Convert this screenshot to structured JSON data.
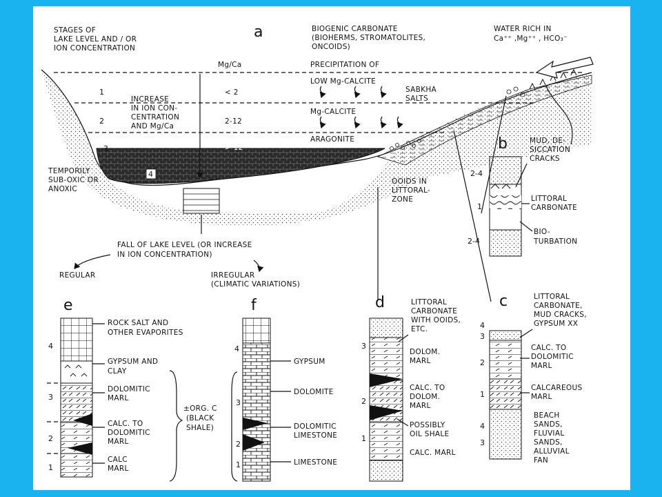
{
  "panel_letters": {
    "a": "a",
    "b": "b",
    "c": "c",
    "d": "d",
    "e": "e",
    "f": "f"
  },
  "panel_a": {
    "stages_title": [
      "STAGES OF",
      "LAKE LEVEL AND / OR",
      "ION CONCENTRATION"
    ],
    "biogenic": [
      "BIOGENIC CARBONATE",
      "(BIOHERMS, STROMATOLITES,",
      "ONCOIDS)"
    ],
    "water_rich": [
      "WATER RICH IN",
      "Ca⁺⁺ ,Mg⁺⁺ , HCO₃⁻"
    ],
    "mgca_header": "Mg/Ca",
    "precip_header": "PRECIPITATION OF",
    "stages": [
      {
        "num": "1",
        "ratio": "< 2",
        "mineral": "LOW Mg-CALCITE"
      },
      {
        "num": "2",
        "ratio": "2-12",
        "mineral": "Mg-CALCITE"
      },
      {
        "num": "3",
        "ratio": "> 12",
        "mineral": "ARAGONITE"
      },
      {
        "num": "4"
      }
    ],
    "increase": [
      "INCREASE",
      "IN ION CON-",
      "CENTRATION",
      "AND Mg/Ca"
    ],
    "sabkha": [
      "SABKHA",
      "SALTS"
    ],
    "anoxic": [
      "TEMPORILY",
      "SUB-OXIC OR",
      "ANOXIC"
    ],
    "ooids": [
      "OOIDS IN",
      "LITTORAL-",
      "ZONE"
    ],
    "fall": [
      "FALL OF LAKE LEVEL (OR INCREASE",
      "IN ION CONCENTRATION)"
    ],
    "regular": "REGULAR",
    "irregular": [
      "IRREGULAR",
      "(CLIMATIC VARIATIONS)"
    ]
  },
  "panel_b": {
    "mud": [
      "MUD, DE-",
      "SICCATION",
      "CRACKS"
    ],
    "littoral": [
      "LITTORAL",
      "CARBONATE"
    ],
    "bio": [
      "BIO-",
      "TURBATION"
    ],
    "nums": [
      "2-4",
      "1",
      "2-4"
    ]
  },
  "panel_c": {
    "top": [
      "LITTORAL",
      "CARBONATE,",
      "MUD CRACKS,",
      "GYPSUM XX"
    ],
    "calc": [
      "CALC. TO",
      "DOLOMITIC",
      "MARL"
    ],
    "calcareous": [
      "CALCAREOUS",
      "MARL"
    ],
    "beach": [
      "BEACH",
      "SANDS,",
      "FLUVIAL",
      "SANDS,",
      "ALLUVIAL",
      "FAN"
    ],
    "nums": [
      "4",
      "3",
      "2",
      "1",
      "4",
      "3"
    ]
  },
  "panel_d": {
    "top": [
      "LITTORAL",
      "CARBONATE",
      "WITH OOIDS,",
      "ETC."
    ],
    "dolom": [
      "DOLOM.",
      "MARL"
    ],
    "calc": [
      "CALC. TO",
      "DOLOM.",
      "MARL"
    ],
    "oil": [
      "POSSIBLY",
      "OIL SHALE"
    ],
    "calcmarl": "CALC. MARL",
    "nums": [
      "3",
      "2",
      "1"
    ]
  },
  "panel_e": {
    "labels": [
      [
        "ROCK SALT AND",
        "OTHER EVAPORITES"
      ],
      [
        "GYPSUM AND",
        "CLAY"
      ],
      [
        "DOLOMITIC",
        "MARL"
      ],
      [
        "CALC. TO",
        "DOLOMITIC",
        "MARL"
      ],
      [
        "CALC",
        "MARL"
      ]
    ],
    "nums": [
      "4",
      "3",
      "2",
      "1"
    ],
    "orgc": [
      "±ORG. C",
      "(BLACK",
      "SHALE)"
    ]
  },
  "panel_f": {
    "labels": [
      "GYPSUM",
      "DOLOMITE",
      [
        "DOLOMITIC",
        "LIMESTONE"
      ],
      "LIMESTONE"
    ],
    "nums": [
      "4",
      "3",
      "2",
      "1"
    ]
  }
}
